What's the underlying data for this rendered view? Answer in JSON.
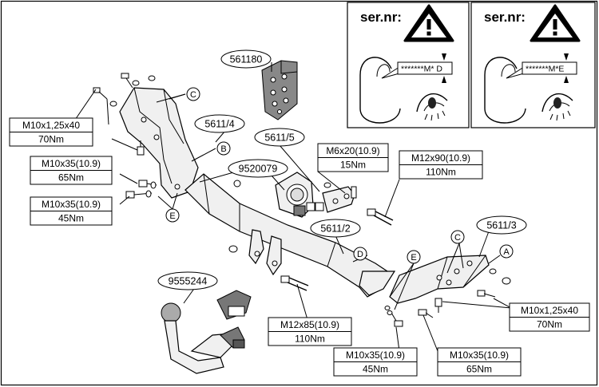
{
  "warning_panels": [
    {
      "label": "ser.nr:",
      "plate_text": "*******M* D"
    },
    {
      "label": "ser.nr:",
      "plate_text": "*******M*E"
    }
  ],
  "part_numbers": {
    "bracket_left": "5611/4",
    "plate": "561180",
    "bracket_small": "5611/5",
    "socket_plate": "9520079",
    "crossbar": "5611/2",
    "bracket_right": "5611/3",
    "tow_ball": "9555244"
  },
  "callouts": {
    "c1": "C",
    "b": "B",
    "e1": "E",
    "d": "D",
    "e2": "E",
    "c2": "C",
    "a": "A"
  },
  "torque_specs": [
    {
      "bolt": "M10x1,25x40",
      "torque": "70Nm"
    },
    {
      "bolt": "M10x35(10.9)",
      "torque": "65Nm"
    },
    {
      "bolt": "M10x35(10.9)",
      "torque": "45Nm"
    },
    {
      "bolt": "M6x20(10.9)",
      "torque": "15Nm"
    },
    {
      "bolt": "M12x90(10.9)",
      "torque": "110Nm"
    },
    {
      "bolt": "M10x1,25x40",
      "torque": "70Nm"
    },
    {
      "bolt": "M12x85(10.9)",
      "torque": "110Nm"
    },
    {
      "bolt": "M10x35(10.9)",
      "torque": "45Nm"
    },
    {
      "bolt": "M10x35(10.9)",
      "torque": "65Nm"
    }
  ]
}
